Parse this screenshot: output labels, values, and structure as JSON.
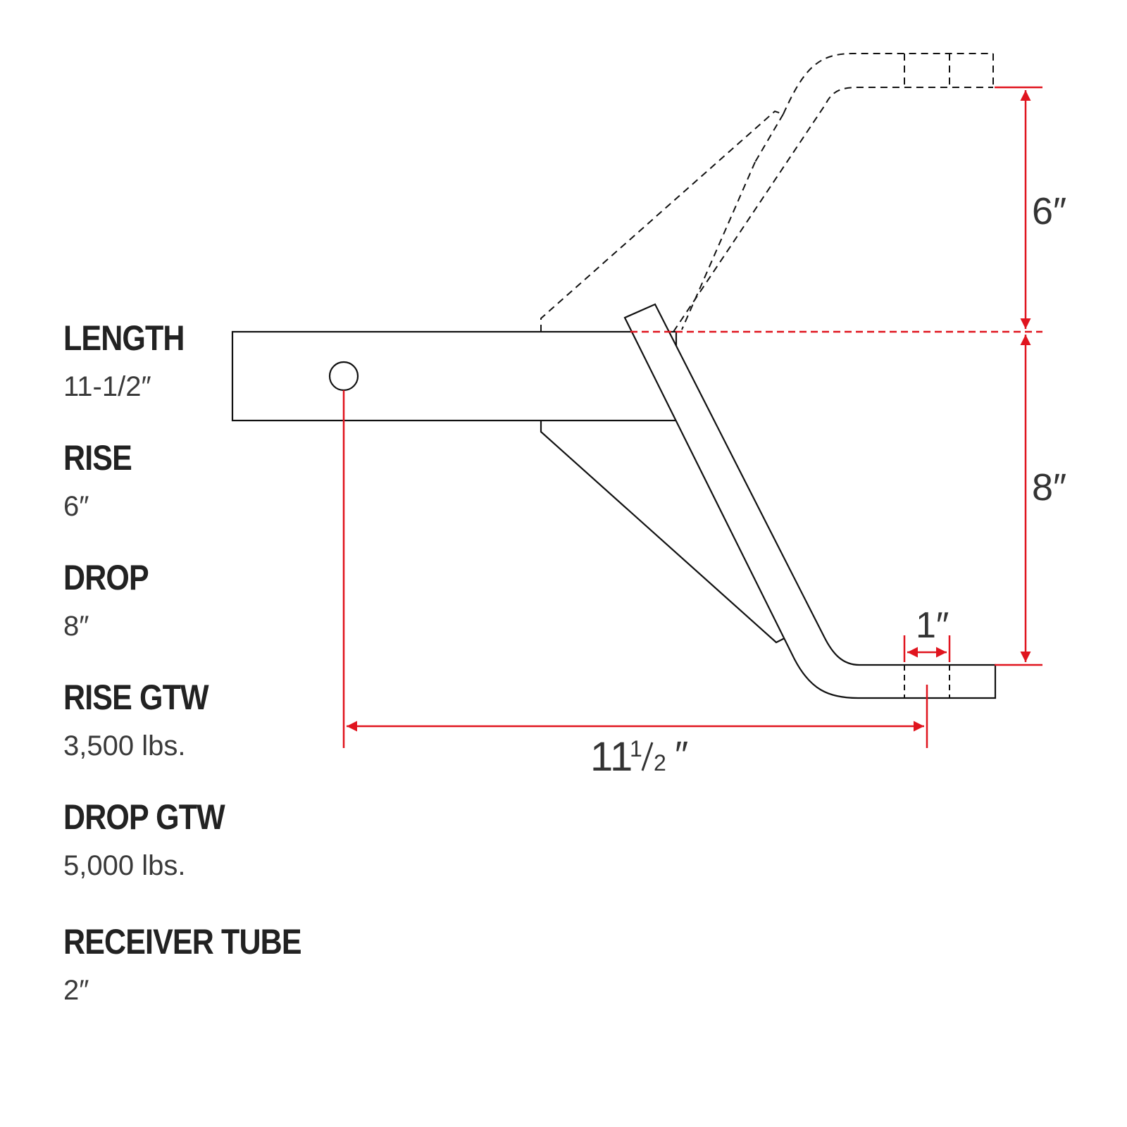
{
  "specs": [
    {
      "label": "LENGTH",
      "value": "11-1/2″"
    },
    {
      "label": "RISE",
      "value": "6″"
    },
    {
      "label": "DROP",
      "value": "8″"
    },
    {
      "label": "RISE GTW",
      "value": "3,500 lbs."
    },
    {
      "label": "DROP GTW",
      "value": "5,000 lbs."
    },
    {
      "label": "RECEIVER TUBE",
      "value": "2″"
    }
  ],
  "dimensions": {
    "rise": "6″",
    "drop": "8″",
    "ball_platform": "1″",
    "length_whole": "11",
    "length_frac_num": "1",
    "length_frac_den": "2",
    "length_unit": "″"
  },
  "colors": {
    "line": "#111111",
    "dimension": "#e0141e",
    "label": "#222222",
    "value": "#3a3a3a"
  }
}
